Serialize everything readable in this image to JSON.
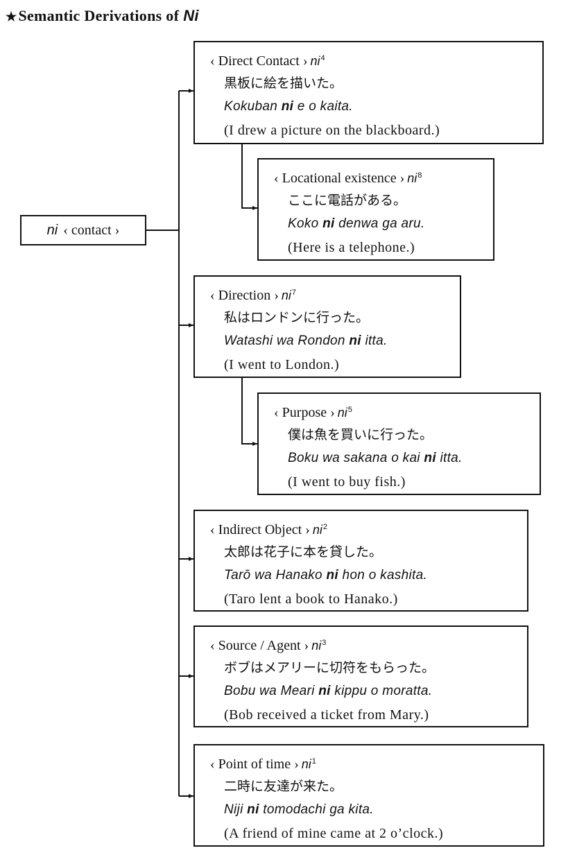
{
  "title": {
    "star": "★",
    "text": "Semantic Derivations of",
    "particle": "Ni"
  },
  "root": {
    "particle": "ni",
    "label": "‹ contact ›"
  },
  "derivations": [
    {
      "category": "‹ Direct Contact ›",
      "particle": "ni",
      "number": "4",
      "japanese": "黒板に絵を描いた。",
      "romaji_before": "Kokuban ",
      "romaji_particle": "ni",
      "romaji_after": " e o kaita.",
      "english": "(I drew a picture on the blackboard.)"
    },
    {
      "category": "‹ Locational existence ›",
      "particle": "ni",
      "number": "8",
      "japanese": "ここに電話がある。",
      "romaji_before": "Koko ",
      "romaji_particle": "ni",
      "romaji_after": " denwa ga aru.",
      "english": "(Here is a telephone.)"
    },
    {
      "category": "‹ Direction ›",
      "particle": "ni",
      "number": "7",
      "japanese": "私はロンドンに行った。",
      "romaji_before": "Watashi wa Rondon ",
      "romaji_particle": "ni",
      "romaji_after": " itta.",
      "english": "(I went to London.)"
    },
    {
      "category": "‹ Purpose ›",
      "particle": "ni",
      "number": "5",
      "japanese": "僕は魚を買いに行った。",
      "romaji_before": "Boku wa sakana o kai ",
      "romaji_particle": "ni",
      "romaji_after": " itta.",
      "english": "(I went to buy fish.)"
    },
    {
      "category": "‹ Indirect Object ›",
      "particle": "ni",
      "number": "2",
      "japanese": "太郎は花子に本を貸した。",
      "romaji_before": "Tarō wa Hanako ",
      "romaji_particle": "ni",
      "romaji_after": " hon o kashita.",
      "english": "(Taro lent a book to Hanako.)"
    },
    {
      "category": "‹ Source / Agent ›",
      "particle": "ni",
      "number": "3",
      "japanese": "ボブはメアリーに切符をもらった。",
      "romaji_before": "Bobu wa Meari ",
      "romaji_particle": "ni",
      "romaji_after": " kippu o moratta.",
      "english": "(Bob received a ticket from Mary.)"
    },
    {
      "category": "‹ Point of time ›",
      "particle": "ni",
      "number": "1",
      "japanese": "二時に友達が来た。",
      "romaji_before": "Niji ",
      "romaji_particle": "ni",
      "romaji_after": " tomodachi ga kita.",
      "english": "(A friend of mine came at 2 o’clock.)"
    }
  ]
}
